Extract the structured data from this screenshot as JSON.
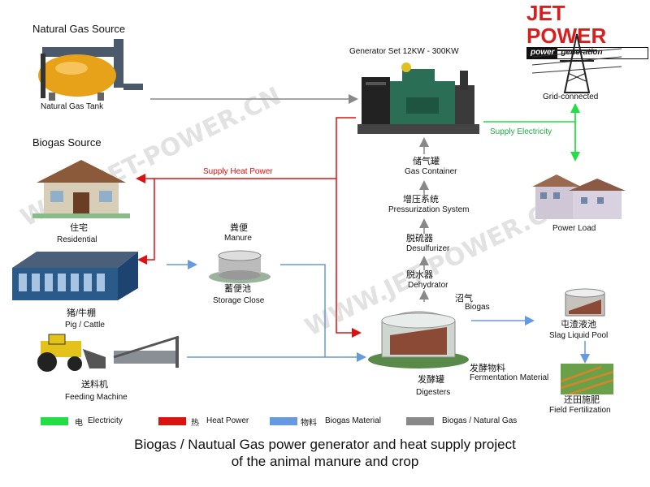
{
  "brand": {
    "name": "JET POWER",
    "sub_left": "power",
    "sub_right": "generation"
  },
  "sources": {
    "natural_gas_header": "Natural Gas Source",
    "natural_gas_tank": "Natural Gas Tank",
    "biogas_header": "Biogas Source"
  },
  "generator": {
    "label": "Generator Set 12KW - 300KW"
  },
  "grid": {
    "label": "Grid-connected"
  },
  "power_load": {
    "label": "Power Load"
  },
  "flows": {
    "supply_electricity": "Supply Electricity",
    "supply_heat_power": "Supply Heat Power"
  },
  "nodes": {
    "residential": {
      "cn": "住宅",
      "en": "Residential"
    },
    "pig_cattle": {
      "cn": "猪/牛棚",
      "en": "Pig / Cattle"
    },
    "feeding_machine": {
      "cn": "送料机",
      "en": "Feeding Machine"
    },
    "manure": {
      "cn": "粪便",
      "en": "Manure"
    },
    "storage_close": {
      "cn": "蓄便池",
      "en": "Storage Close"
    },
    "gas_container": {
      "cn": "储气罐",
      "en": "Gas Container"
    },
    "pressurization": {
      "cn": "增压系统",
      "en": "Pressurization System"
    },
    "desulfurizer": {
      "cn": "脱硫器",
      "en": "Desulfurizer"
    },
    "dehydrator": {
      "cn": "脱水器",
      "en": "Dehydrator"
    },
    "biogas": {
      "cn": "沼气",
      "en": "Biogas"
    },
    "digesters": {
      "cn": "发酵罐",
      "en": "Digesters"
    },
    "fermentation": {
      "cn": "发酵物料",
      "en": "Fermentation Material"
    },
    "slag_pool": {
      "cn": "屯渣液池",
      "en": "Slag Liquid Pool"
    },
    "field_fert": {
      "cn": "还田施肥",
      "en": "Field Fertilization"
    }
  },
  "legend": [
    {
      "cn": "电",
      "en": "Electricity",
      "color": "#22dd44"
    },
    {
      "cn": "热",
      "en": "Heat Power",
      "color": "#dd1111"
    },
    {
      "cn": "物料",
      "en": "Biogas Material",
      "color": "#6699dd"
    },
    {
      "cn": "",
      "en": "Biogas / Natural Gas",
      "color": "#888888"
    }
  ],
  "watermark": "WWW.JET-POWER.CN",
  "title": {
    "line1": "Biogas / Nautual Gas power generator and heat supply project",
    "line2": "of the animal manure and crop"
  },
  "colors": {
    "electric": "#22dd44",
    "heat": "#dd1111",
    "material": "#6699dd",
    "gas": "#888888",
    "brand": "#d81e1e"
  }
}
